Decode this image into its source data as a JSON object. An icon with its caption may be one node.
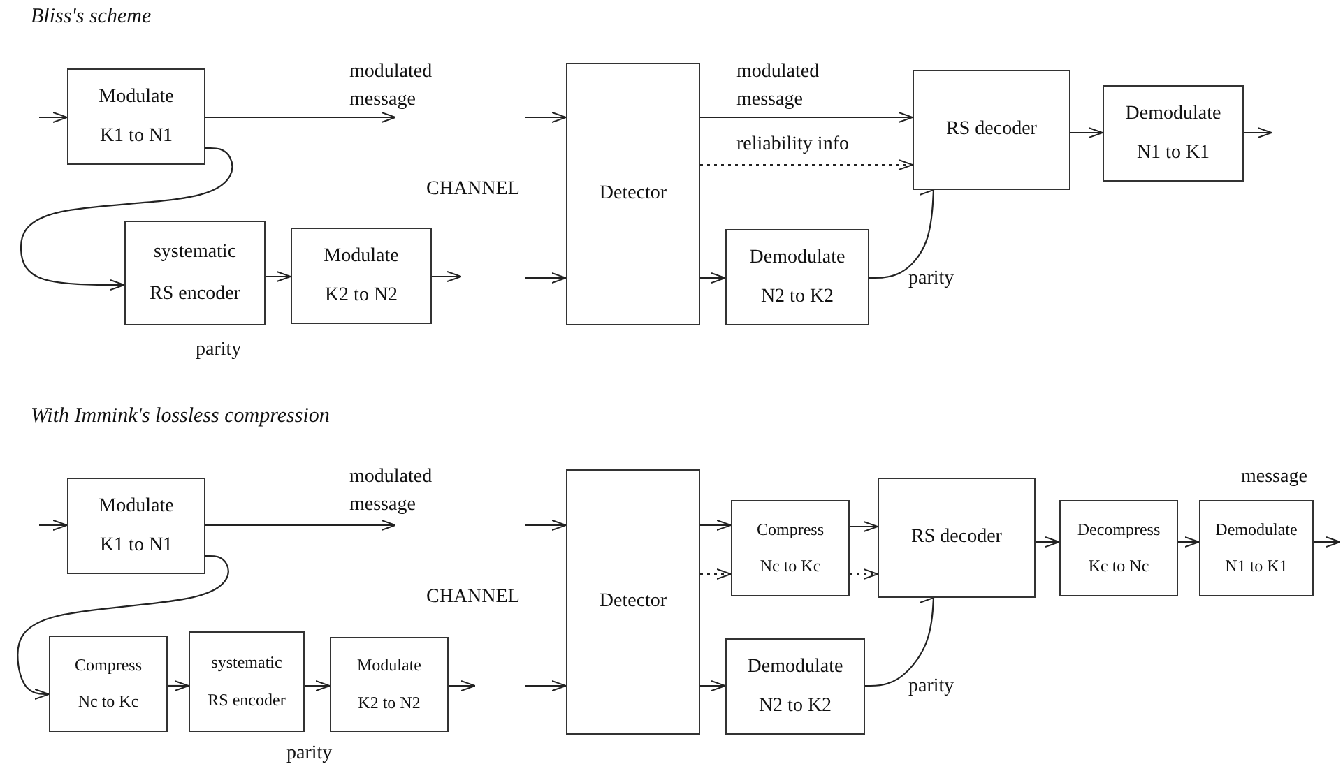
{
  "diagram": {
    "nodes": [
      {
        "text": [
          "Modulate",
          "K1 to N1"
        ]
      },
      {
        "text": [
          "systematic",
          "RS encoder"
        ]
      },
      {
        "text": [
          "Modulate",
          "K2 to N2"
        ]
      },
      {
        "text": [
          "Detector"
        ]
      },
      {
        "text": [
          "RS decoder"
        ]
      },
      {
        "text": [
          "Demodulate",
          "N1 to K1"
        ]
      },
      {
        "text": [
          "Demodulate",
          "N2 to K2"
        ]
      },
      {
        "text": [
          "Modulate",
          "K1 to N1"
        ]
      },
      {
        "text": [
          "Compress",
          "Nc to Kc"
        ]
      },
      {
        "text": [
          "systematic",
          "RS encoder"
        ]
      },
      {
        "text": [
          "Modulate",
          "K2 to N2"
        ]
      },
      {
        "text": [
          "Detector"
        ]
      },
      {
        "text": [
          "Compress",
          "Nc to Kc"
        ]
      },
      {
        "text": [
          "RS decoder"
        ]
      },
      {
        "text": [
          "Decompress",
          "Kc to Nc"
        ]
      },
      {
        "text": [
          "Demodulate",
          "N1 to K1"
        ]
      },
      {
        "text": [
          "Demodulate",
          "N2 to K2"
        ]
      }
    ],
    "edges": [
      {
        "from": null,
        "to": 0,
        "arrow": "to"
      },
      {
        "from": 0,
        "to": null,
        "arrow": "to",
        "label": "modulated message"
      },
      {
        "from": 0,
        "to": 1,
        "arrow": "to"
      },
      {
        "from": 1,
        "to": 2,
        "arrow": "to"
      },
      {
        "from": 2,
        "to": null,
        "arrow": "to"
      },
      {
        "from": null,
        "to": 3,
        "arrow": "to"
      },
      {
        "from": null,
        "to": 3,
        "arrow": "to"
      },
      {
        "from": 3,
        "to": 4,
        "arrow": "to",
        "label": "modulated message"
      },
      {
        "from": 3,
        "to": 4,
        "arrow": "to",
        "label": "reliability info",
        "style": "dashed"
      },
      {
        "from": 3,
        "to": 6,
        "arrow": "to"
      },
      {
        "from": 6,
        "to": 4,
        "arrow": "to",
        "label": "parity"
      },
      {
        "from": 4,
        "to": 5,
        "arrow": "to"
      },
      {
        "from": 5,
        "to": null,
        "arrow": "to"
      },
      {
        "from": null,
        "to": 7,
        "arrow": "to"
      },
      {
        "from": 7,
        "to": null,
        "arrow": "to",
        "label": "modulated message"
      },
      {
        "from": 7,
        "to": 8,
        "arrow": "to"
      },
      {
        "from": 8,
        "to": 9,
        "arrow": "to"
      },
      {
        "from": 9,
        "to": 10,
        "arrow": "to"
      },
      {
        "from": 10,
        "to": null,
        "arrow": "to"
      },
      {
        "from": null,
        "to": 11,
        "arrow": "to"
      },
      {
        "from": null,
        "to": 11,
        "arrow": "to"
      },
      {
        "from": 11,
        "to": 12,
        "arrow": "to"
      },
      {
        "from": 11,
        "to": 12,
        "arrow": "to",
        "style": "dashed"
      },
      {
        "from": 12,
        "to": 13,
        "arrow": "to"
      },
      {
        "from": 12,
        "to": 13,
        "arrow": "to",
        "style": "dashed"
      },
      {
        "from": 11,
        "to": 16,
        "arrow": "to"
      },
      {
        "from": 16,
        "to": 13,
        "arrow": "to",
        "label": "parity"
      },
      {
        "from": 13,
        "to": 14,
        "arrow": "to"
      },
      {
        "from": 14,
        "to": 15,
        "arrow": "to"
      },
      {
        "from": 15,
        "to": null,
        "arrow": "to"
      }
    ],
    "labels": [
      "Bliss's scheme",
      "CHANNEL",
      "parity",
      "With Immink's lossless compression",
      "CHANNEL",
      "message",
      "parity"
    ]
  }
}
